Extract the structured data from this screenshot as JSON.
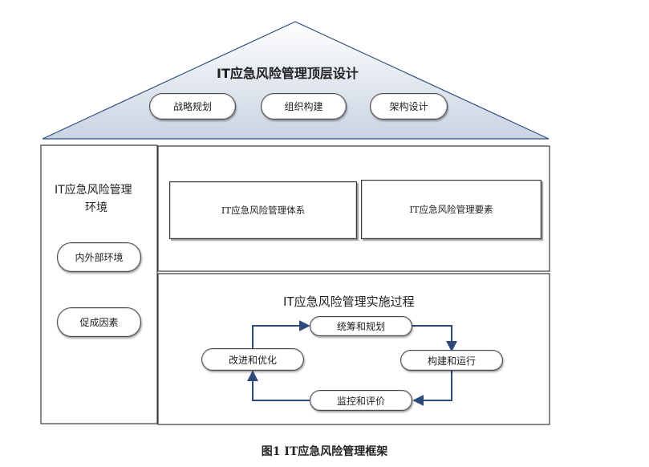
{
  "roof": {
    "title": "IT应急风险管理顶层设计",
    "items": [
      "战略规划",
      "组织构建",
      "架构设计"
    ]
  },
  "environment": {
    "title_line1": "IT应急风险管理",
    "title_line2": "环境",
    "items": [
      "内外部环境",
      "促成因素"
    ]
  },
  "system": {
    "items": [
      "IT应急风险管理体系",
      "IT应急风险管理要素"
    ]
  },
  "process": {
    "title": "IT应急风险管理实施过程",
    "steps": [
      "统筹和规划",
      "构建和运行",
      "监控和评价",
      "改进和优化"
    ]
  },
  "caption": "图1 IT应急风险管理框架"
}
